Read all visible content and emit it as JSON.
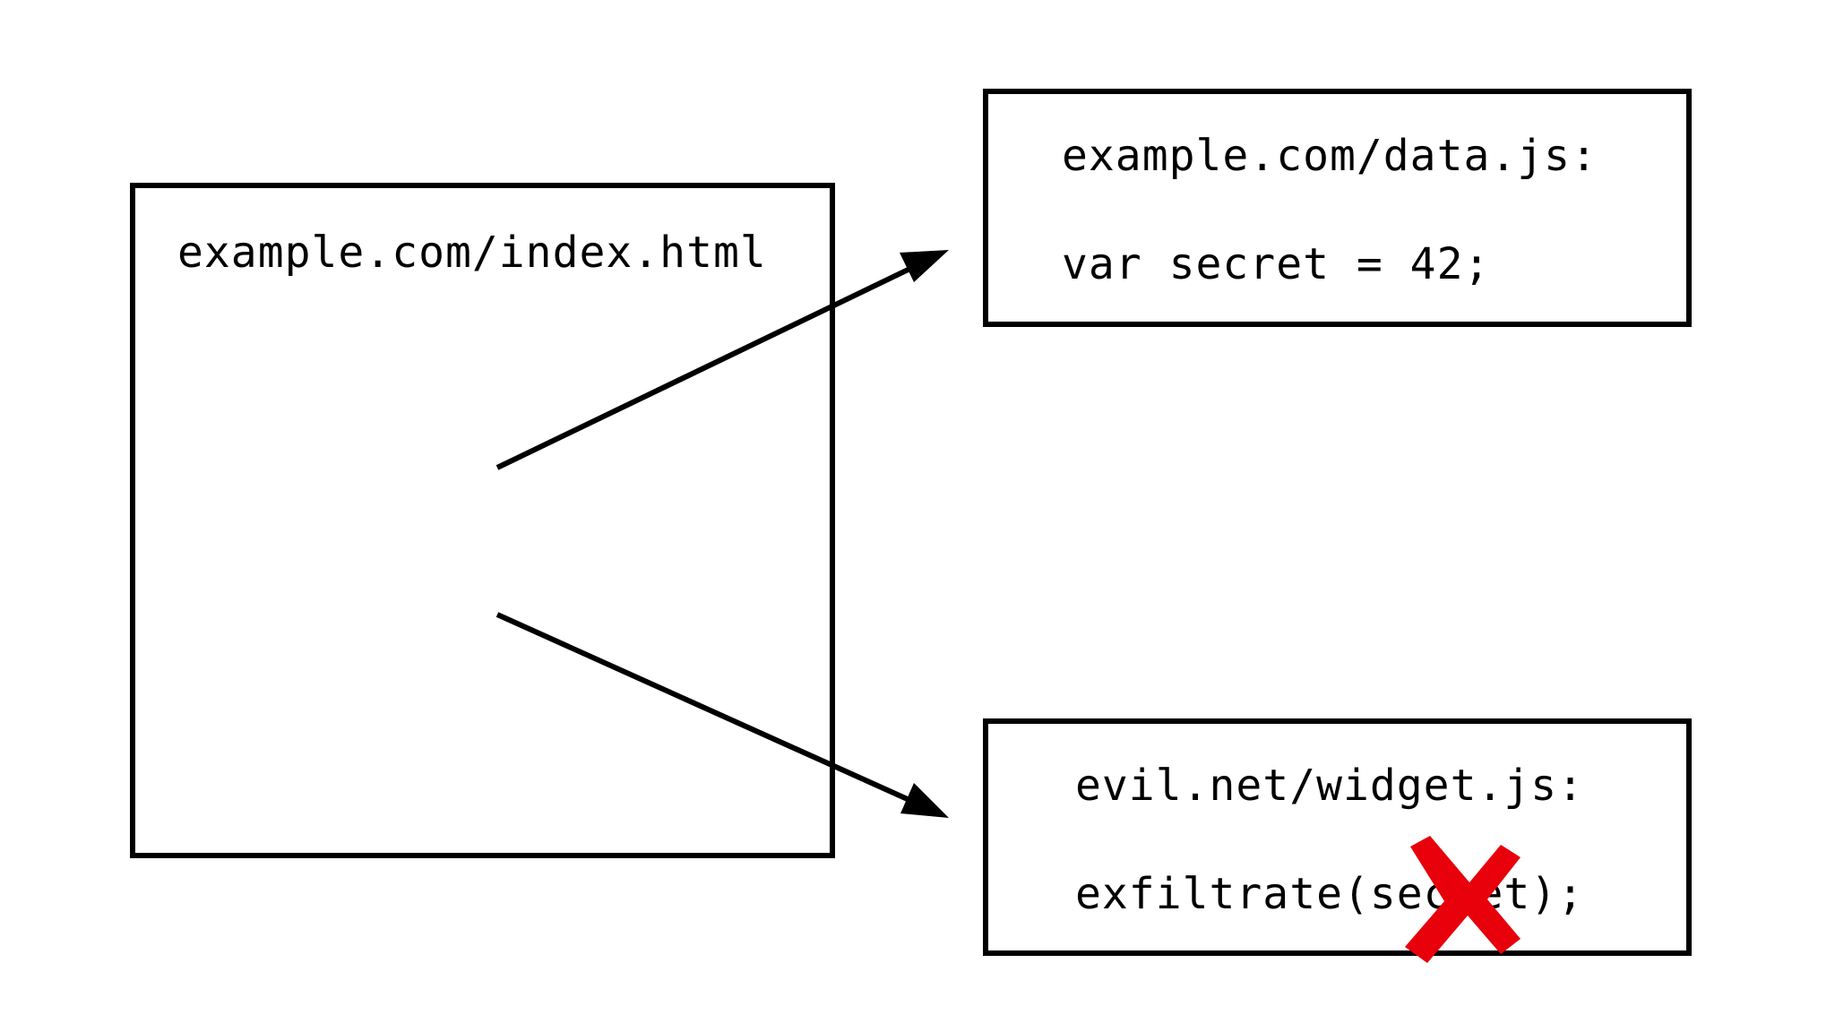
{
  "diagram": {
    "page": {
      "label": "example.com/index.html"
    },
    "data_script": {
      "label": "example.com/data.js:",
      "code": "var secret = 42;"
    },
    "evil_script": {
      "label": "evil.net/widget.js:",
      "code": "exfiltrate(secret);"
    },
    "arrows": [
      {
        "from": "example.com/index.html",
        "to": "example.com/data.js:"
      },
      {
        "from": "example.com/index.html",
        "to": "evil.net/widget.js:"
      }
    ],
    "blocked_mark": {
      "icon": "red-x-icon",
      "color": "#e8000b"
    },
    "colors": {
      "stroke": "#000000",
      "background": "#ffffff",
      "blocked": "#e8000b"
    }
  }
}
